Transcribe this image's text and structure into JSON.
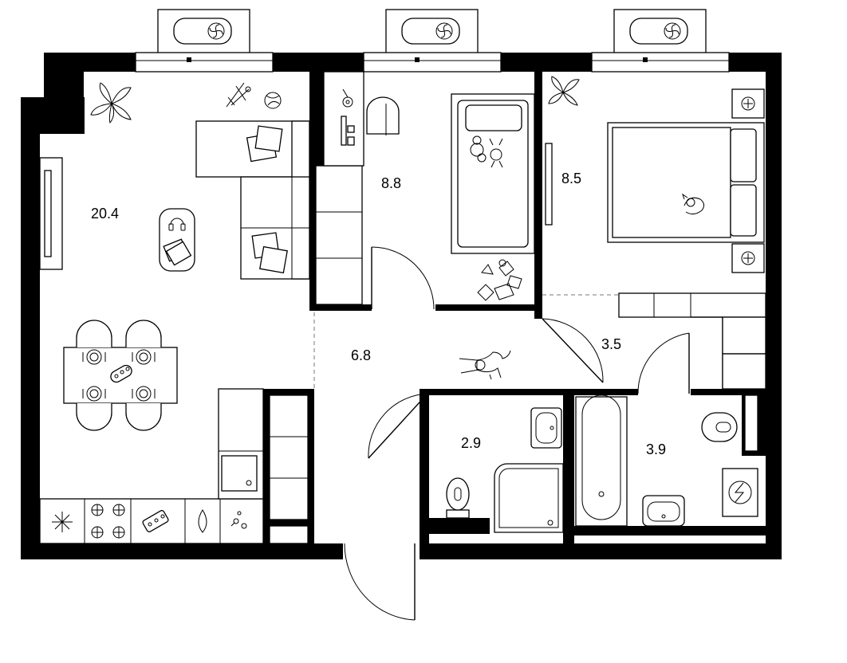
{
  "plan": {
    "rooms": [
      {
        "id": "living",
        "area": "20.4"
      },
      {
        "id": "bedroom-child",
        "area": "8.8"
      },
      {
        "id": "bedroom-main",
        "area": "8.5"
      },
      {
        "id": "hall",
        "area": "6.8"
      },
      {
        "id": "corridor",
        "area": "3.5"
      },
      {
        "id": "wc",
        "area": "2.9"
      },
      {
        "id": "bathroom",
        "area": "3.9"
      }
    ],
    "icons": [
      "plant-icon",
      "toy-plane-icon",
      "ball-icon",
      "desk-lamp-icon",
      "office-chair-icon",
      "teddy-toys-icon",
      "toy-blocks-icon",
      "cat-icon",
      "dog-icon",
      "headphones-icon",
      "magazine-icon",
      "bowl-icon",
      "snowflake-icon",
      "stove-burner-icon",
      "faucet-icon",
      "drop-icon",
      "washing-machine-icon",
      "ac-fan-icon",
      "lamp-icon",
      "electric-panel-icon"
    ],
    "colors": {
      "wall": "#000000",
      "background": "#ffffff",
      "line": "#000000"
    }
  }
}
